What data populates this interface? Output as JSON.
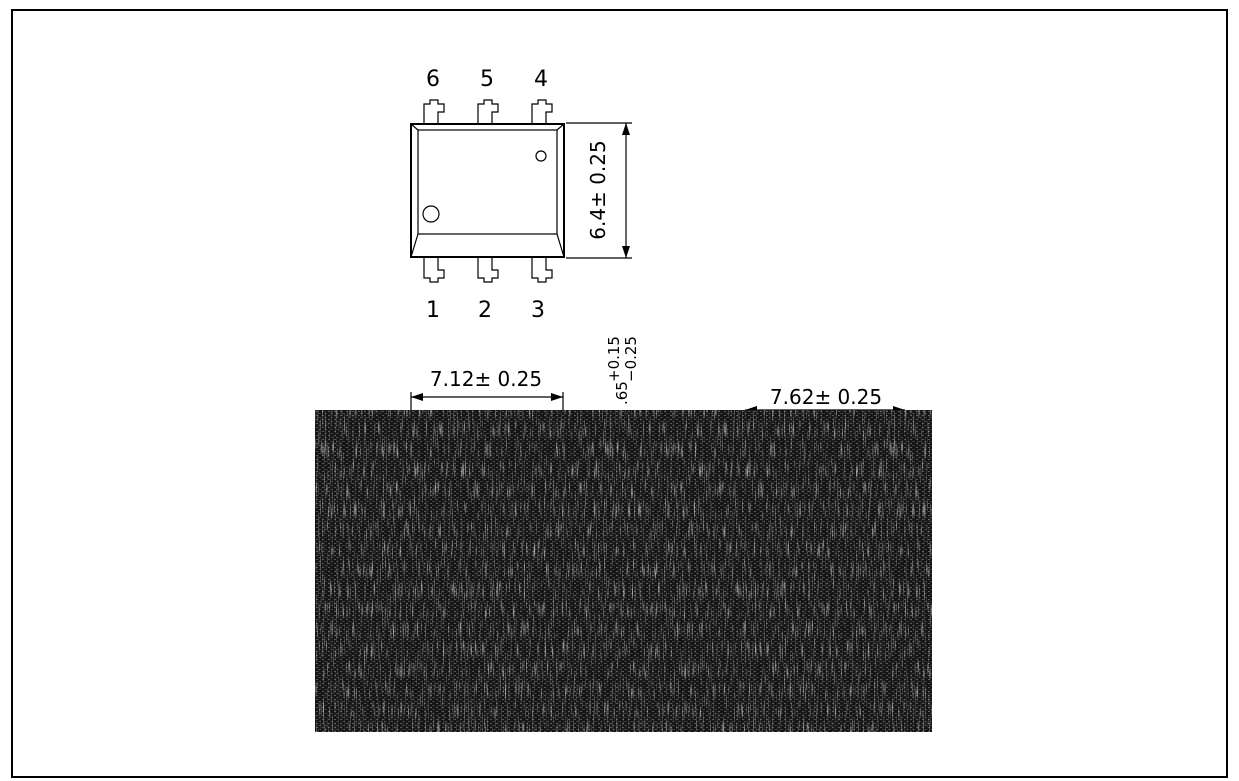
{
  "drawing": {
    "top_pins": [
      "6",
      "5",
      "4"
    ],
    "bottom_pins": [
      "1",
      "2",
      "3"
    ],
    "dimensions": {
      "body_height": "6.4± 0.25",
      "body_width": "7.12± 0.25",
      "lead_thickness_base": ".65",
      "lead_thickness_plus": "+0.15",
      "lead_thickness_minus": "−0.25",
      "row_spacing": "7.62± 0.25"
    }
  },
  "colors": {
    "line": "#000000",
    "background": "#ffffff",
    "noise_area": "#1a1a1a"
  }
}
